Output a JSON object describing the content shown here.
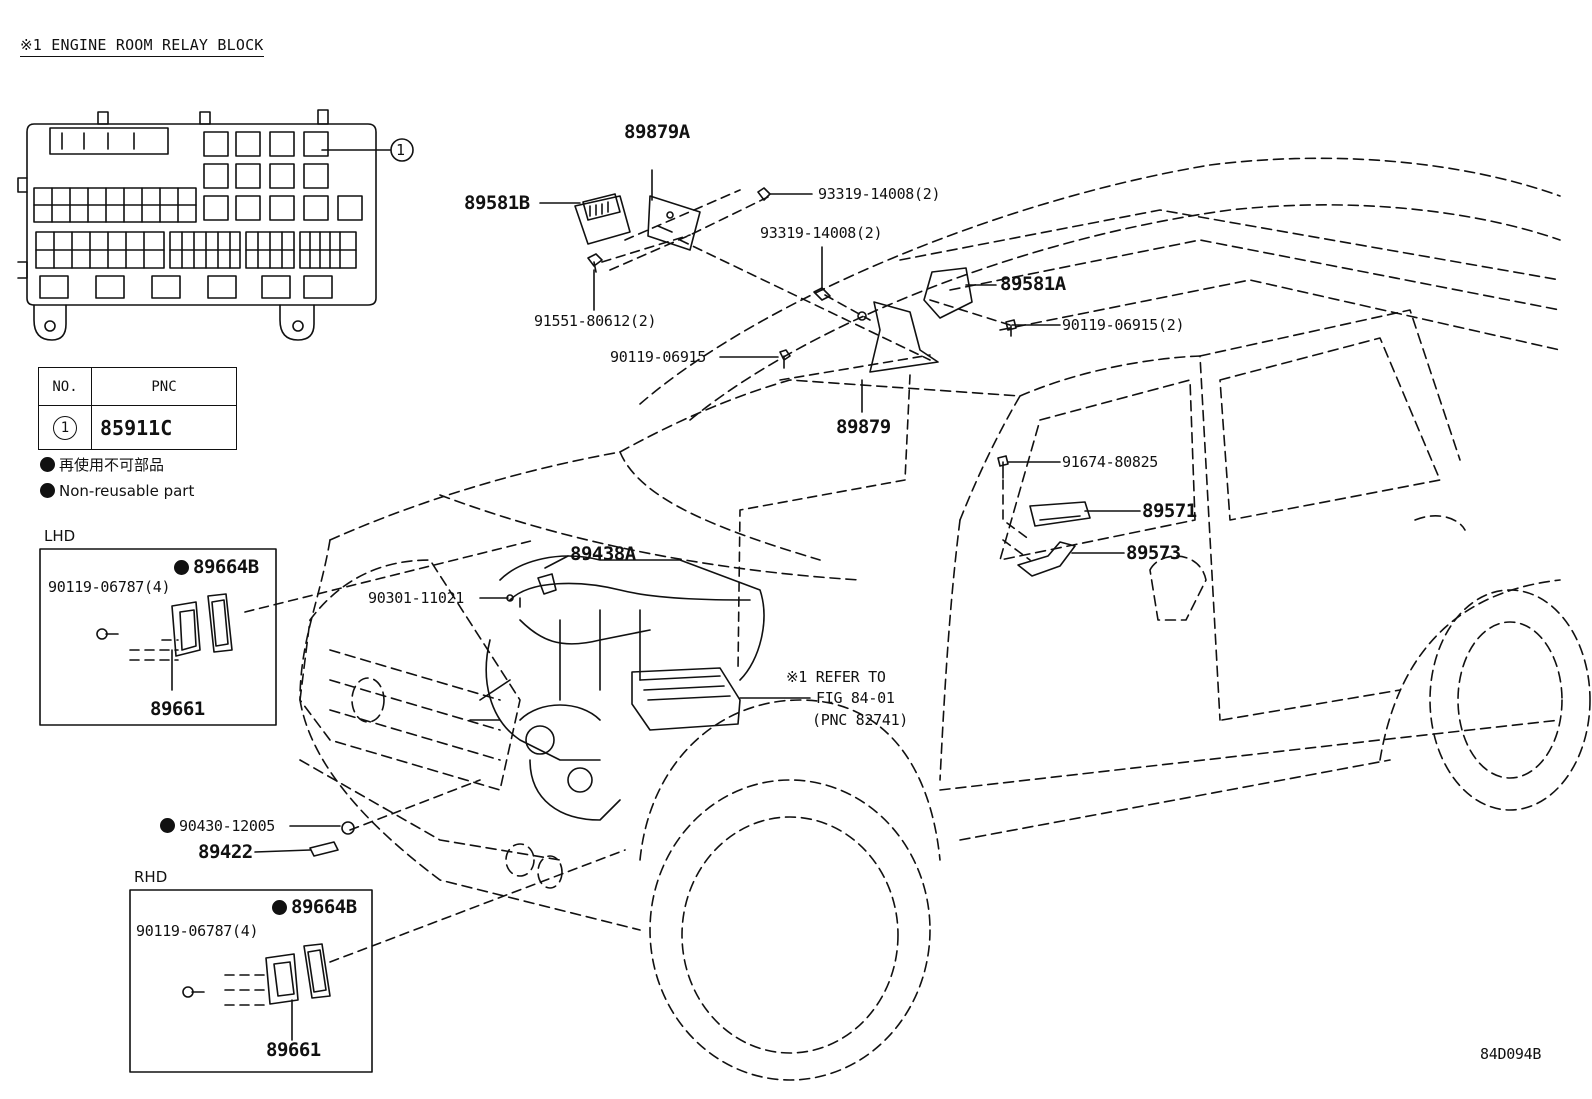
{
  "title": "※1 ENGINE ROOM RELAY BLOCK",
  "table": {
    "headers": [
      "NO.",
      "PNC"
    ],
    "rows": [
      {
        "no": "1",
        "pnc": "85911C"
      }
    ]
  },
  "callout_number": "1",
  "legend": {
    "jp": "再使用不可部品",
    "en": "Non-reusable part"
  },
  "sections": {
    "lhd": "LHD",
    "rhd": "RHD"
  },
  "parts": {
    "p89879A": "89879A",
    "p89581B": "89581B",
    "p93319_a": "93319-14008(2)",
    "p93319_b": "93319-14008(2)",
    "p91551": "91551-80612(2)",
    "p89581A": "89581A",
    "p90119_06915_2": "90119-06915(2)",
    "p90119_06915": "90119-06915",
    "p89879": "89879",
    "p91674": "91674-80825",
    "p89571": "89571",
    "p89573": "89573",
    "p89438A": "89438A",
    "p90301": "90301-11021",
    "lhd_89664B": "89664B",
    "lhd_90119": "90119-06787(4)",
    "lhd_89661": "89661",
    "p90430": "90430-12005",
    "p89422": "89422",
    "rhd_89664B": "89664B",
    "rhd_90119": "90119-06787(4)",
    "rhd_89661": "89661"
  },
  "refer": {
    "line1": "※1 REFER TO",
    "line2": "FIG 84-01",
    "line3": "(PNC 82741)"
  },
  "diagram_id": "84D094B"
}
